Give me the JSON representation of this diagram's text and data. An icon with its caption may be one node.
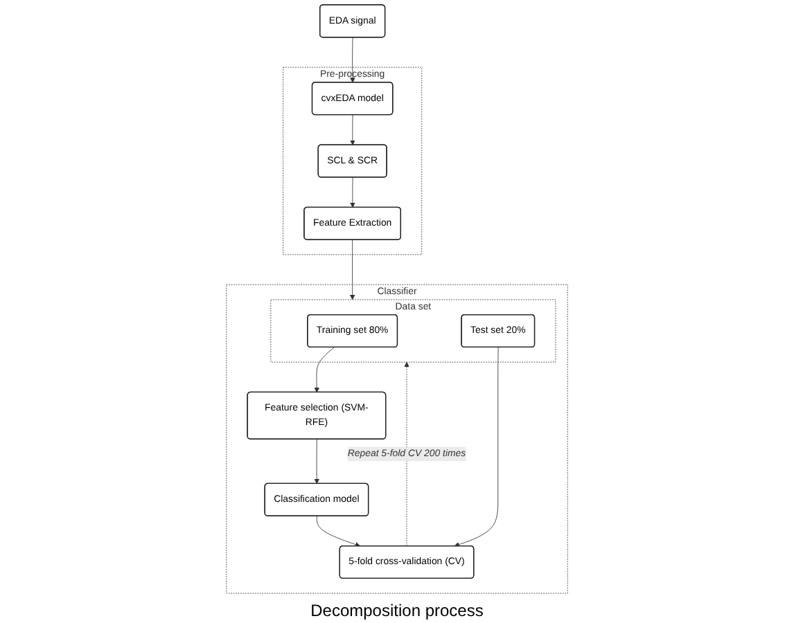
{
  "diagram": {
    "nodes": [
      {
        "text": [
          "EDA signal"
        ]
      },
      {
        "text": [
          "Pre-processing"
        ]
      },
      {
        "text": [
          "Feature Extraction"
        ],
        "in": 1
      },
      {
        "text": [
          "SCL & SCR"
        ],
        "in": 1
      },
      {
        "text": [
          "cvxEDA model"
        ],
        "in": 1
      },
      {
        "text": [
          "Classifier"
        ]
      },
      {
        "text": [
          "5-fold cross-validation (CV)"
        ],
        "in": 5
      },
      {
        "text": [
          "Data set"
        ],
        "in": 5
      },
      {
        "text": [
          "Training set 80%"
        ],
        "in": 7
      },
      {
        "text": [
          "Test set 20%"
        ],
        "in": 7
      },
      {
        "text": [
          "Feature selection (SVM-RFE)"
        ],
        "in": 5
      },
      {
        "text": [
          "Classification model"
        ],
        "in": 5
      }
    ],
    "edges": [
      {
        "from": 0,
        "to": 4,
        "arrow": "to"
      },
      {
        "from": 4,
        "to": 3,
        "arrow": "to"
      },
      {
        "from": 3,
        "to": 2,
        "arrow": "to"
      },
      {
        "from": 2,
        "to": 7,
        "arrow": "to"
      },
      {
        "from": 8,
        "to": 10,
        "arrow": "to"
      },
      {
        "from": 10,
        "to": 11,
        "arrow": "to"
      },
      {
        "from": 11,
        "to": 6,
        "arrow": "to"
      },
      {
        "from": 9,
        "to": 6,
        "arrow": "to"
      },
      {
        "from": 6,
        "to": 7,
        "arrow": "to",
        "style": "dashed",
        "label": "Repeat 5-fold CV 200 times"
      }
    ],
    "labels": [
      "Decomposition process"
    ]
  }
}
